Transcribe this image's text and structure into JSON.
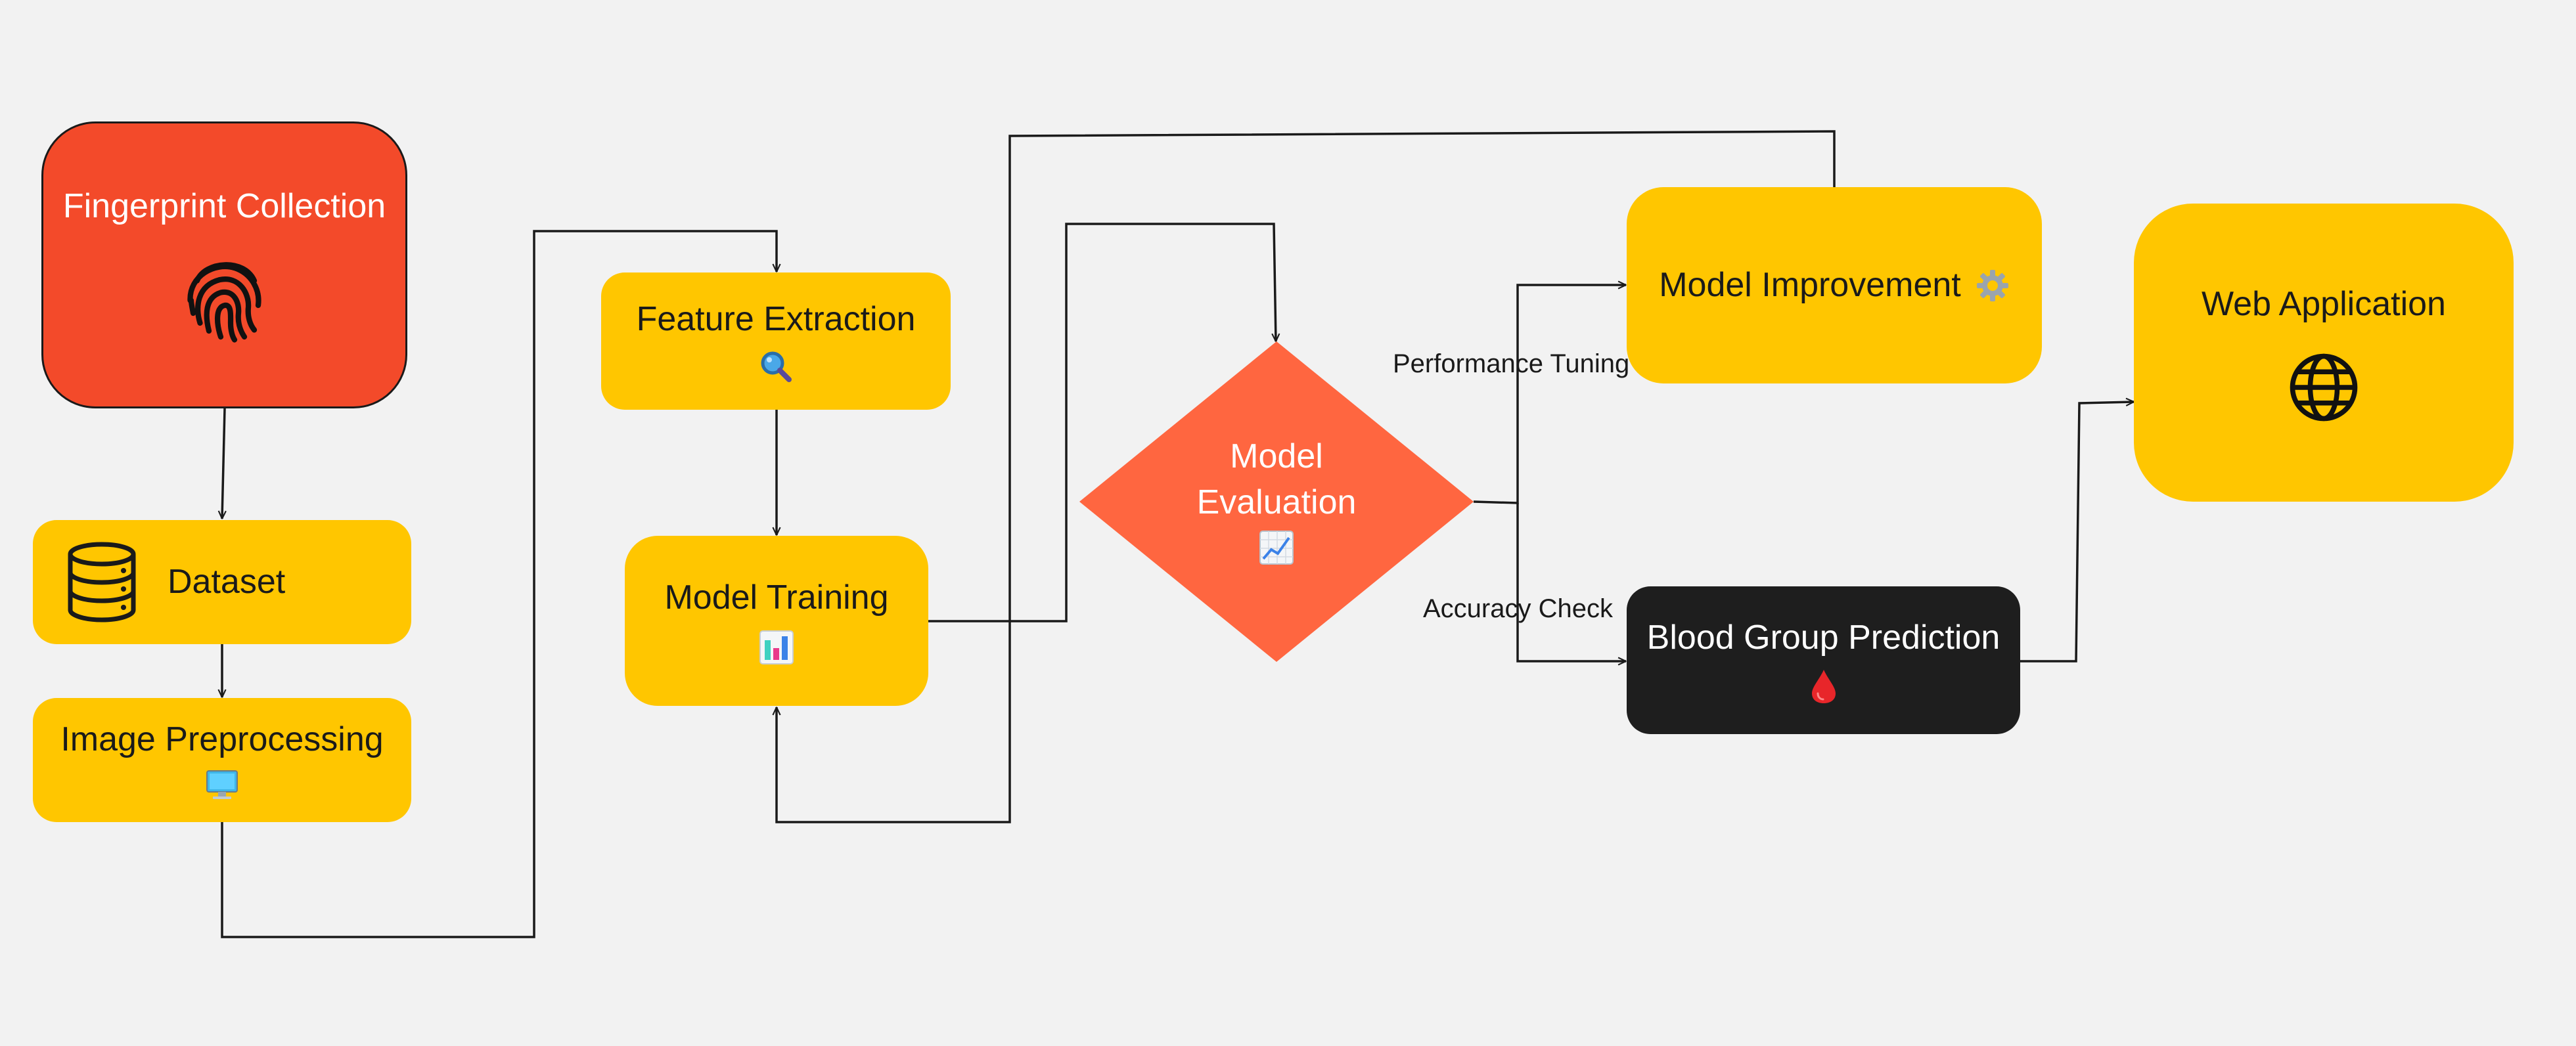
{
  "nodes": {
    "fingerprint_collection": {
      "label": "Fingerprint Collection",
      "icon": "fingerprint-icon"
    },
    "dataset": {
      "label": "Dataset",
      "icon": "database-icon"
    },
    "image_preprocessing": {
      "label": "Image Preprocessing",
      "icon": "computer-icon"
    },
    "feature_extraction": {
      "label": "Feature Extraction",
      "icon": "magnifier-icon"
    },
    "model_training": {
      "label": "Model Training",
      "icon": "bar-chart-icon"
    },
    "model_evaluation": {
      "label_line1": "Model",
      "label_line2": "Evaluation",
      "icon": "line-chart-icon"
    },
    "model_improvement": {
      "label": "Model Improvement",
      "icon": "gear-icon"
    },
    "blood_group_prediction": {
      "label": "Blood Group Prediction",
      "icon": "blood-drop-icon"
    },
    "web_application": {
      "label": "Web Application",
      "icon": "globe-icon"
    }
  },
  "edge_labels": {
    "performance_tuning": "Performance Tuning",
    "accuracy_check": "Accuracy Check"
  },
  "colors": {
    "background": "#f2f2f2",
    "node_yellow": "#ffc600",
    "node_red": "#f34a2a",
    "diamond_orange": "#ff6640",
    "node_black": "#1e1e1e",
    "connector": "#1a1a1a"
  }
}
